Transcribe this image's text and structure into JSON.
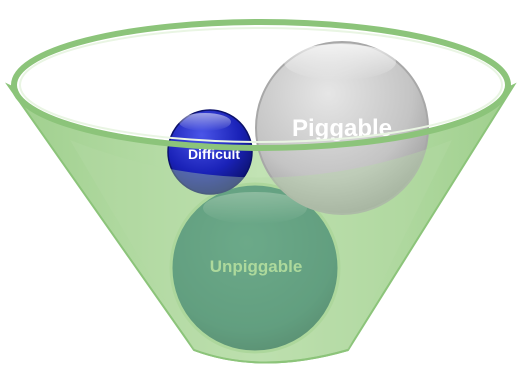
{
  "diagram": {
    "colors": {
      "funnel_fill": "#b5dba5",
      "funnel_edge": "#8cc47a",
      "piggable_ball": "#c4c4c4",
      "difficult_ball": "#1a22b8",
      "unpiggable_ball": "#2f7a68",
      "unpiggable_text": "#a8d896"
    },
    "balls": {
      "piggable": {
        "label": "Piggable"
      },
      "difficult": {
        "label": "Difficult"
      },
      "unpiggable": {
        "label": "Unpiggable"
      }
    }
  }
}
